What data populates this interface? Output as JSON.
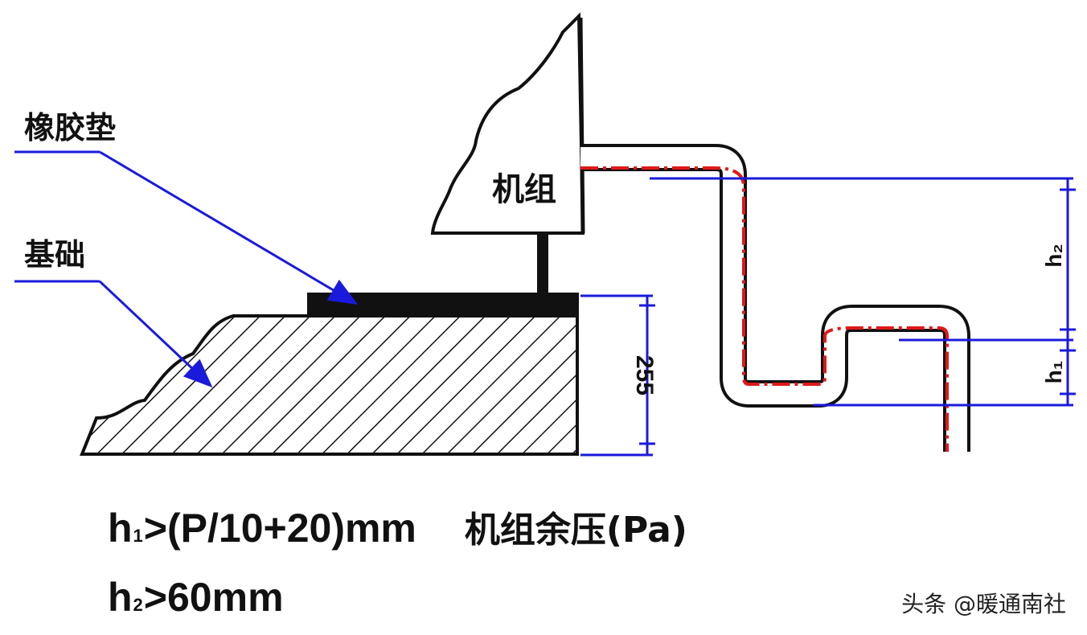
{
  "labels": {
    "rubber_pad": "橡胶垫",
    "foundation": "基础",
    "unit": "机组"
  },
  "dimensions": {
    "foundation_height": "255",
    "h2": "h₂",
    "h1": "h₁"
  },
  "formulas": {
    "f1_h": "h",
    "f1_sub": "1",
    "f1_rest": ">(P/10+20)mm",
    "f1_extra": "机组余压(Pa)",
    "f2_h": "h",
    "f2_sub": "2",
    "f2_rest": ">60mm"
  },
  "watermark": "头条 @暖通南社",
  "colors": {
    "outline": "#111111",
    "leader": "#1a1adc",
    "pipe_center": "#e01818"
  }
}
